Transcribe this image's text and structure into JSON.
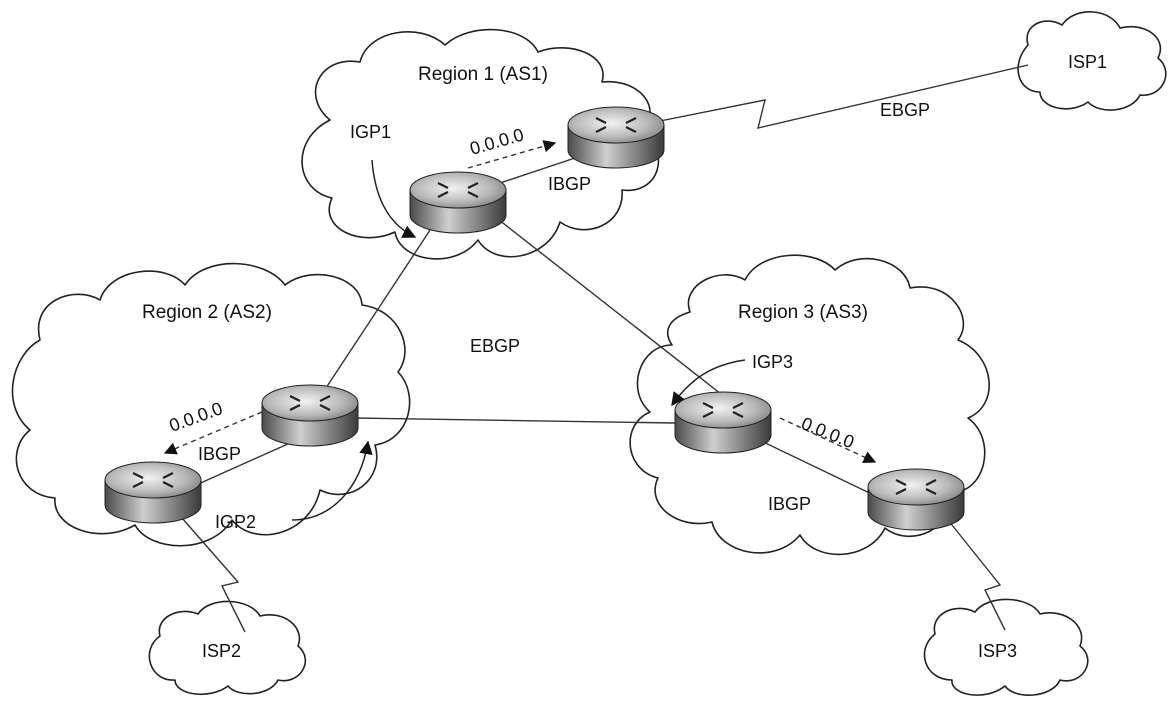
{
  "regions": [
    {
      "id": "region1",
      "label": "Region 1 (AS1)",
      "igp": "IGP1",
      "ibgp": "IBGP",
      "default_route": "0.0.0.0"
    },
    {
      "id": "region2",
      "label": "Region 2 (AS2)",
      "igp": "IGP2",
      "ibgp": "IBGP",
      "default_route": "0.0.0.0"
    },
    {
      "id": "region3",
      "label": "Region 3 (AS3)",
      "igp": "IGP3",
      "ibgp": "IBGP",
      "default_route": "0.0.0.0"
    }
  ],
  "isps": [
    {
      "id": "isp1",
      "label": "ISP1"
    },
    {
      "id": "isp2",
      "label": "ISP2"
    },
    {
      "id": "isp3",
      "label": "ISP3"
    }
  ],
  "ebgp": {
    "isp1_link_label": "EBGP",
    "core_label": "EBGP"
  }
}
